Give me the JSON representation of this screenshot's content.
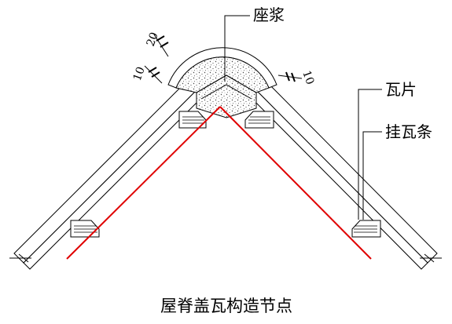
{
  "diagram": {
    "caption": "屋脊盖瓦构造节点",
    "labels": {
      "mortar": "座浆",
      "tile": "瓦片",
      "batten": "挂瓦条"
    },
    "dimensions": {
      "d20": "20",
      "d10_left": "10",
      "d10_right": "10"
    },
    "colors": {
      "roof_line": "#e00000",
      "outline": "#000000"
    }
  }
}
